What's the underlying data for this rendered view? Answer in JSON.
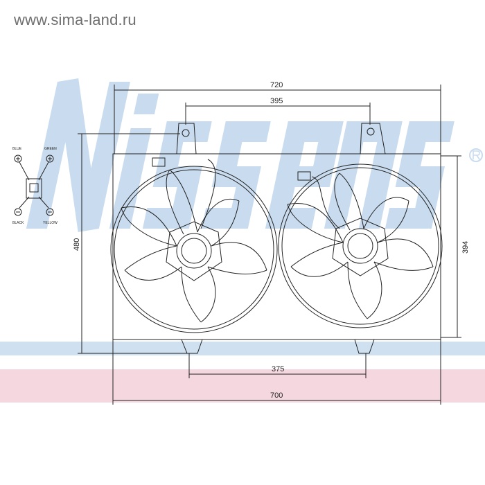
{
  "header": {
    "site_url": "www.sima-land.ru"
  },
  "watermark": {
    "brand": "Nissens",
    "registered_mark": "®"
  },
  "dimensions": {
    "overall_width_top": "720",
    "mount_spacing_top": "395",
    "overall_height": "480",
    "shroud_height": "394",
    "foot_spacing": "375",
    "shroud_width": "700"
  },
  "connector": {
    "pins": [
      "BLUE",
      "GREEN",
      "BLACK",
      "YELLOW"
    ]
  },
  "colors": {
    "watermark": "#c9dcef",
    "band_blue": "#cfe0f1",
    "band_pink": "#f5d8df"
  }
}
